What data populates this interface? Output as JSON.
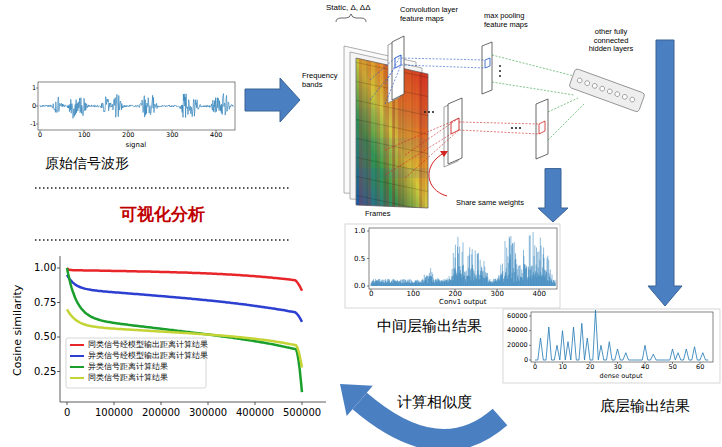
{
  "diagram": {
    "nodes": [
      {
        "text": [
          "signal",
          "原始信号波形"
        ]
      },
      {
        "text": [
          "Static, Δ, ΔΔ",
          "Frequency bands",
          "Frames",
          "Convolution layer feature maps",
          "max pooling feature maps",
          "other fully connected hidden layers",
          "Share same weights"
        ]
      },
      {
        "text": [
          "Conv1 output",
          "中间层输出结果"
        ]
      },
      {
        "text": [
          "dense output",
          "底层输出结果"
        ]
      },
      {
        "text": [
          "Cosine similarity"
        ]
      }
    ],
    "edges": [
      {
        "from": 0,
        "to": 1,
        "arrow": "to"
      },
      {
        "from": 1,
        "to": 2,
        "arrow": "to"
      },
      {
        "from": 1,
        "to": 3,
        "arrow": "to"
      },
      {
        "from": 3,
        "to": 4,
        "label": "计算相似度",
        "arrow": "to"
      }
    ],
    "labels": [
      "可视化分析",
      "1",
      "0",
      "-1",
      "0",
      "100",
      "200",
      "300",
      "400",
      "1.0",
      "0.5",
      "0.0",
      "0",
      "100",
      "200",
      "300",
      "400",
      "60000",
      "40000",
      "20000",
      "0",
      "0",
      "10",
      "20",
      "30",
      "40",
      "50",
      "60",
      "1.00",
      "0.75",
      "0.50",
      "0.25",
      "0",
      "100000",
      "200000",
      "300000",
      "400000",
      "500000"
    ],
    "legend": [
      {
        "text": "同类信号经模型输出距离计算结果",
        "color": "#e8262a"
      },
      {
        "text": "异类信号经模型输出距离计算结果",
        "color": "#2c3fd1"
      },
      {
        "text": "异类信号距离计算结果",
        "color": "#1a9e2c"
      },
      {
        "text": "同类信号距离计算结果",
        "color": "#c5d435"
      }
    ]
  }
}
